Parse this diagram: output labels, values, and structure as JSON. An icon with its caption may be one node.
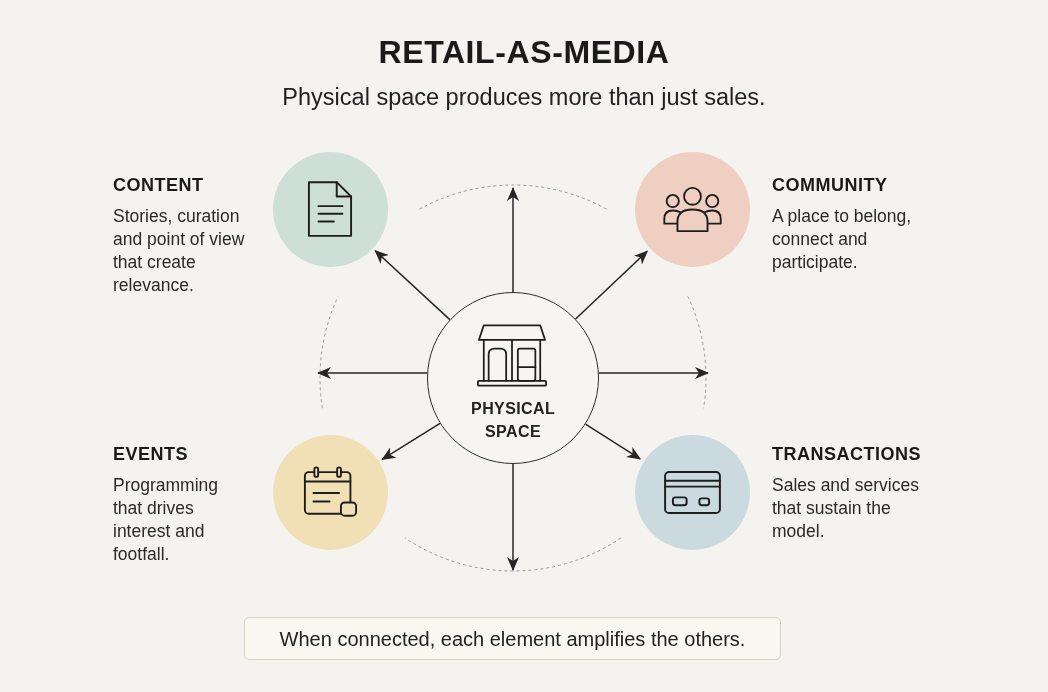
{
  "diagram": {
    "title": "RETAIL-AS-MEDIA",
    "nodes": [
      {
        "text": [
          "CONTENT",
          "Stories, curation and point of view that create relevance."
        ]
      },
      {
        "text": [
          "COMMUNITY",
          "A place to belong, connect and participate."
        ]
      },
      {
        "text": [
          "PHYSICAL SPACE"
        ]
      },
      {
        "text": [
          "EVENTS",
          "Programming that drives interest and footfall."
        ]
      },
      {
        "text": [
          "TRANSACTIONS",
          "Sales and services that sustain the model."
        ]
      },
      {
        "text": [
          "When connected, each element amplifies the others."
        ]
      }
    ],
    "edges": [
      {
        "from": 2,
        "to": null,
        "arrow": "to"
      },
      {
        "from": 2,
        "to": 0,
        "arrow": "to"
      },
      {
        "from": 2,
        "to": 1,
        "arrow": "to"
      },
      {
        "from": 2,
        "to": null,
        "arrow": "to"
      },
      {
        "from": 2,
        "to": null,
        "arrow": "to"
      },
      {
        "from": 2,
        "to": 3,
        "arrow": "to"
      },
      {
        "from": 2,
        "to": 4,
        "arrow": "to"
      },
      {
        "from": 2,
        "to": null,
        "arrow": "to"
      }
    ],
    "labels": [
      "Physical space produces more than just sales."
    ]
  }
}
